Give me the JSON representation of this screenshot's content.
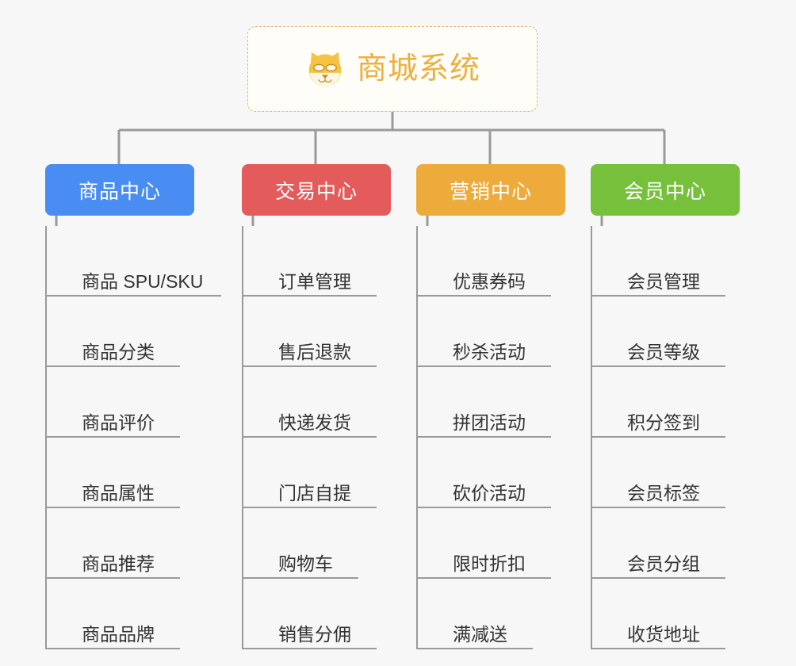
{
  "root": {
    "title": "商城系统",
    "icon": "dog-face-icon",
    "border_color": "#edb35a",
    "text_color": "#edb03f",
    "background": "#fffdf8"
  },
  "canvas": {
    "background": "#f7f7f7",
    "line_color": "#9a9a9a",
    "leaf_text_color": "#333333"
  },
  "branches": [
    {
      "label": "商品中心",
      "color": "#4a8df2",
      "items": [
        "商品 SPU/SKU",
        "商品分类",
        "商品评价",
        "商品属性",
        "商品推荐",
        "商品品牌"
      ]
    },
    {
      "label": "交易中心",
      "color": "#e45b5b",
      "items": [
        "订单管理",
        "售后退款",
        "快递发货",
        "门店自提",
        "购物车",
        "销售分佣"
      ]
    },
    {
      "label": "营销中心",
      "color": "#edab3b",
      "items": [
        "优惠券码",
        "秒杀活动",
        "拼团活动",
        "砍价活动",
        "限时折扣",
        "满减送"
      ]
    },
    {
      "label": "会员中心",
      "color": "#76c03c",
      "items": [
        "会员管理",
        "会员等级",
        "积分签到",
        "会员标签",
        "会员分组",
        "收货地址"
      ]
    }
  ]
}
